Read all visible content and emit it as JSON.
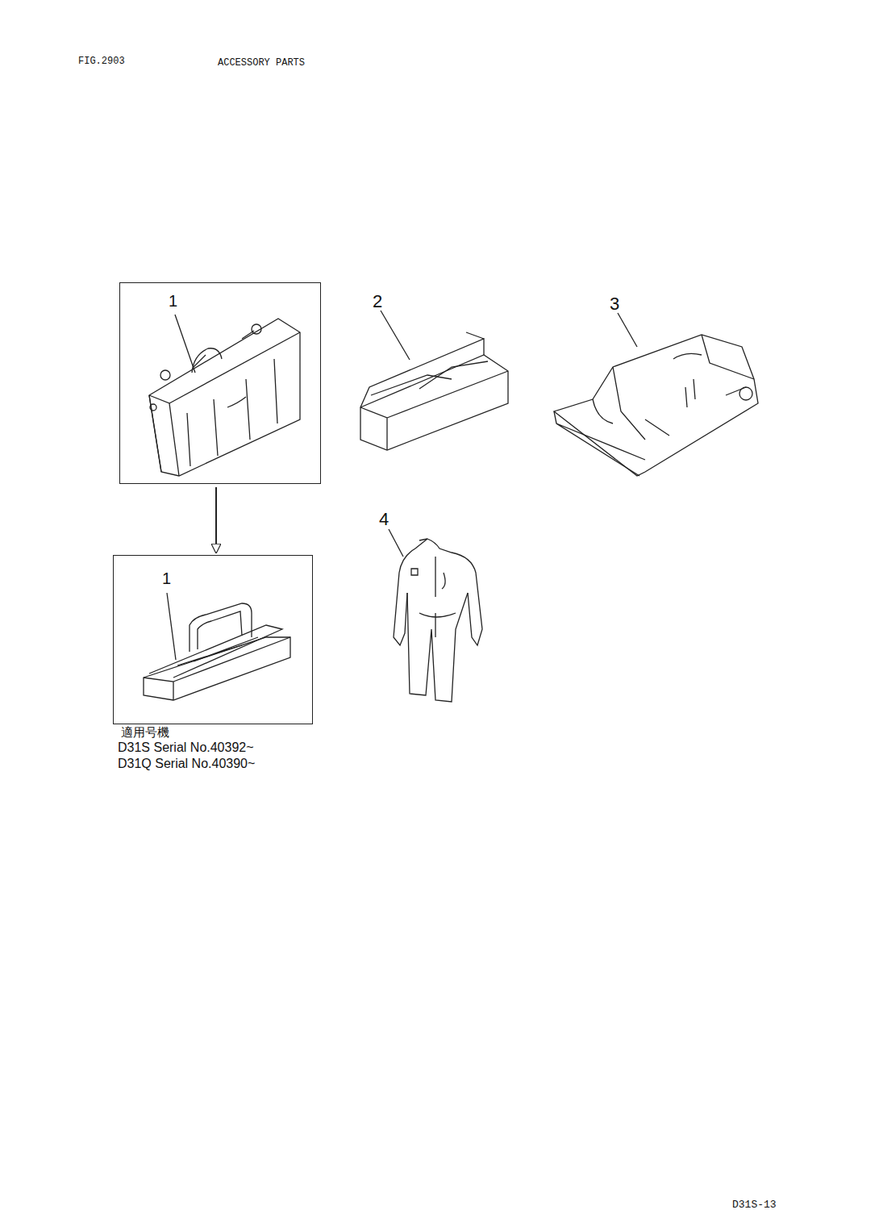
{
  "diagram": {
    "title": "ACCESSORY PARTS",
    "nodes": [
      {
        "text": [
          "1"
        ]
      },
      {
        "text": [
          "1"
        ]
      }
    ],
    "edges": [
      {
        "from": 0,
        "to": 1,
        "arrow": "to"
      }
    ],
    "labels": [
      "FIG.2903",
      "2",
      "3",
      "4",
      "適用号機",
      "D31S Serial No.40392~",
      "D31Q Serial No.40390~",
      "D31S-13"
    ]
  }
}
